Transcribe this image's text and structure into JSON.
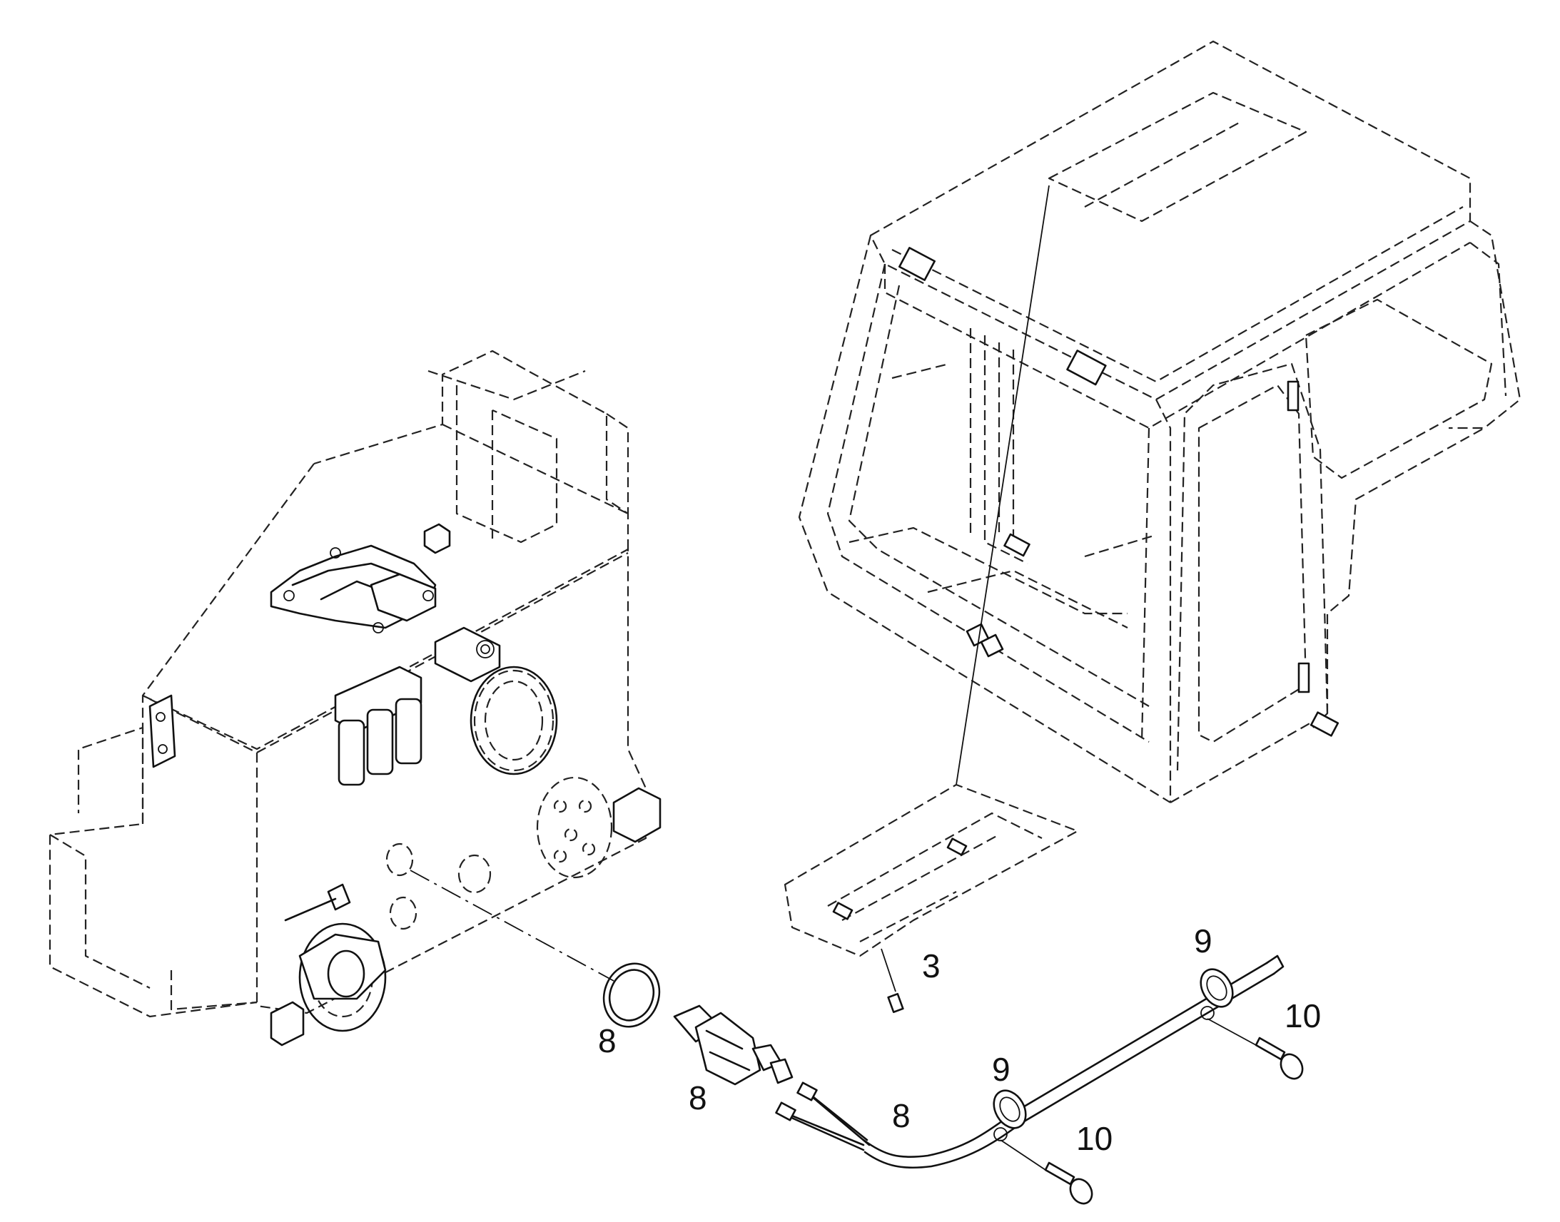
{
  "callouts": {
    "c1": "3",
    "c2": "8",
    "c3": "8",
    "c4": "8",
    "c5": "9",
    "c6": "9",
    "c7": "10",
    "c8": "10"
  }
}
